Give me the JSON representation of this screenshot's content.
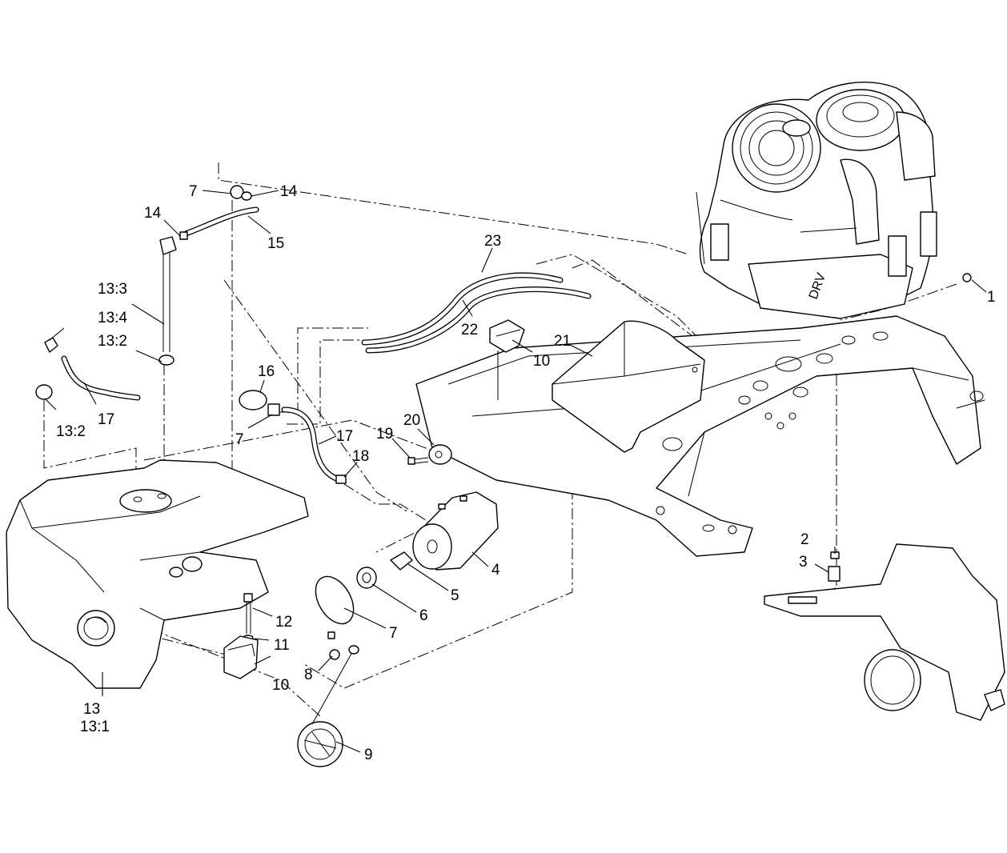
{
  "callouts": [
    {
      "id": "c1",
      "text": "1"
    },
    {
      "id": "c2",
      "text": "2"
    },
    {
      "id": "c3",
      "text": "3"
    },
    {
      "id": "c4",
      "text": "4"
    },
    {
      "id": "c5",
      "text": "5"
    },
    {
      "id": "c6",
      "text": "6"
    },
    {
      "id": "c7a",
      "text": "7"
    },
    {
      "id": "c7b",
      "text": "7"
    },
    {
      "id": "c7c",
      "text": "7"
    },
    {
      "id": "c8",
      "text": "8"
    },
    {
      "id": "c9",
      "text": "9"
    },
    {
      "id": "c10a",
      "text": "10"
    },
    {
      "id": "c10b",
      "text": "10"
    },
    {
      "id": "c11",
      "text": "11"
    },
    {
      "id": "c12",
      "text": "12"
    },
    {
      "id": "c13",
      "text": "13"
    },
    {
      "id": "c13_1",
      "text": "13:1"
    },
    {
      "id": "c13_2a",
      "text": "13:2"
    },
    {
      "id": "c13_2b",
      "text": "13:2"
    },
    {
      "id": "c13_3",
      "text": "13:3"
    },
    {
      "id": "c13_4",
      "text": "13:4"
    },
    {
      "id": "c14a",
      "text": "14"
    },
    {
      "id": "c14b",
      "text": "14"
    },
    {
      "id": "c15",
      "text": "15"
    },
    {
      "id": "c16",
      "text": "16"
    },
    {
      "id": "c17a",
      "text": "17"
    },
    {
      "id": "c17b",
      "text": "17"
    },
    {
      "id": "c18",
      "text": "18"
    },
    {
      "id": "c19",
      "text": "19"
    },
    {
      "id": "c20",
      "text": "20"
    },
    {
      "id": "c21",
      "text": "21"
    },
    {
      "id": "c22",
      "text": "22"
    },
    {
      "id": "c23",
      "text": "23"
    }
  ]
}
